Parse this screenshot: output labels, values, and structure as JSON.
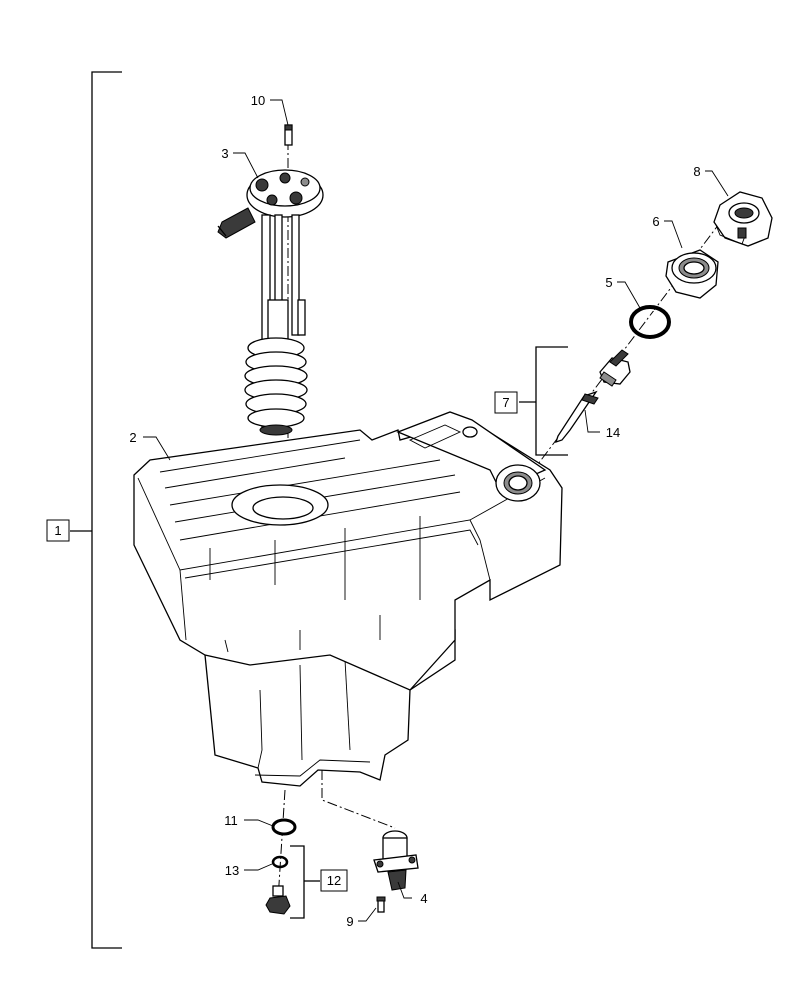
{
  "callouts": {
    "c1": "1",
    "c2": "2",
    "c3": "3",
    "c4": "4",
    "c5": "5",
    "c6": "6",
    "c7": "7",
    "c8": "8",
    "c9": "9",
    "c10": "10",
    "c11": "11",
    "c12": "12",
    "c13": "13",
    "c14": "14"
  },
  "boxed_callouts": [
    "1",
    "7",
    "12"
  ],
  "icons": {
    "tank": "fuel-tank-icon",
    "sender": "fuel-sender-unit-icon",
    "cap": "fuel-cap-icon",
    "neck": "filler-neck-icon",
    "oring": "o-ring-icon",
    "valve": "vent-valve-icon",
    "drain": "drain-plug-icon"
  },
  "colors": {
    "line": "#000000",
    "background": "#ffffff"
  }
}
